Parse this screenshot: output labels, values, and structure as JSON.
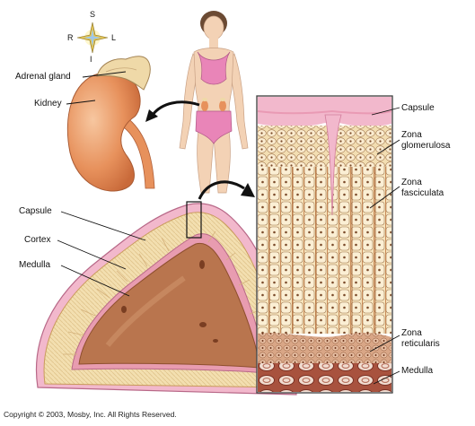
{
  "compass": {
    "superior": "S",
    "inferior": "I",
    "right": "R",
    "left": "L"
  },
  "labels": {
    "adrenal_gland": "Adrenal gland",
    "kidney": "Kidney",
    "capsule_left": "Capsule",
    "cortex": "Cortex",
    "medulla_left": "Medulla",
    "capsule_right": "Capsule",
    "zona_glomerulosa_1": "Zona",
    "zona_glomerulosa_2": "glomerulosa",
    "zona_fasciculata_1": "Zona",
    "zona_fasciculata_2": "fasciculata",
    "zona_reticularis_1": "Zona",
    "zona_reticularis_2": "reticularis",
    "medulla_right": "Medulla"
  },
  "copyright": "Copyright © 2003, Mosby, Inc. All Rights Reserved.",
  "colors": {
    "capsule_pink": "#f2b8cc",
    "cortex_cream": "#f3dfb0",
    "medulla_brown": "#b9754e",
    "kidney_orange": "#e7915c",
    "adrenal_tan": "#efd9a8",
    "skin": "#f3d2b5",
    "swimsuit_pink": "#e985b8"
  }
}
